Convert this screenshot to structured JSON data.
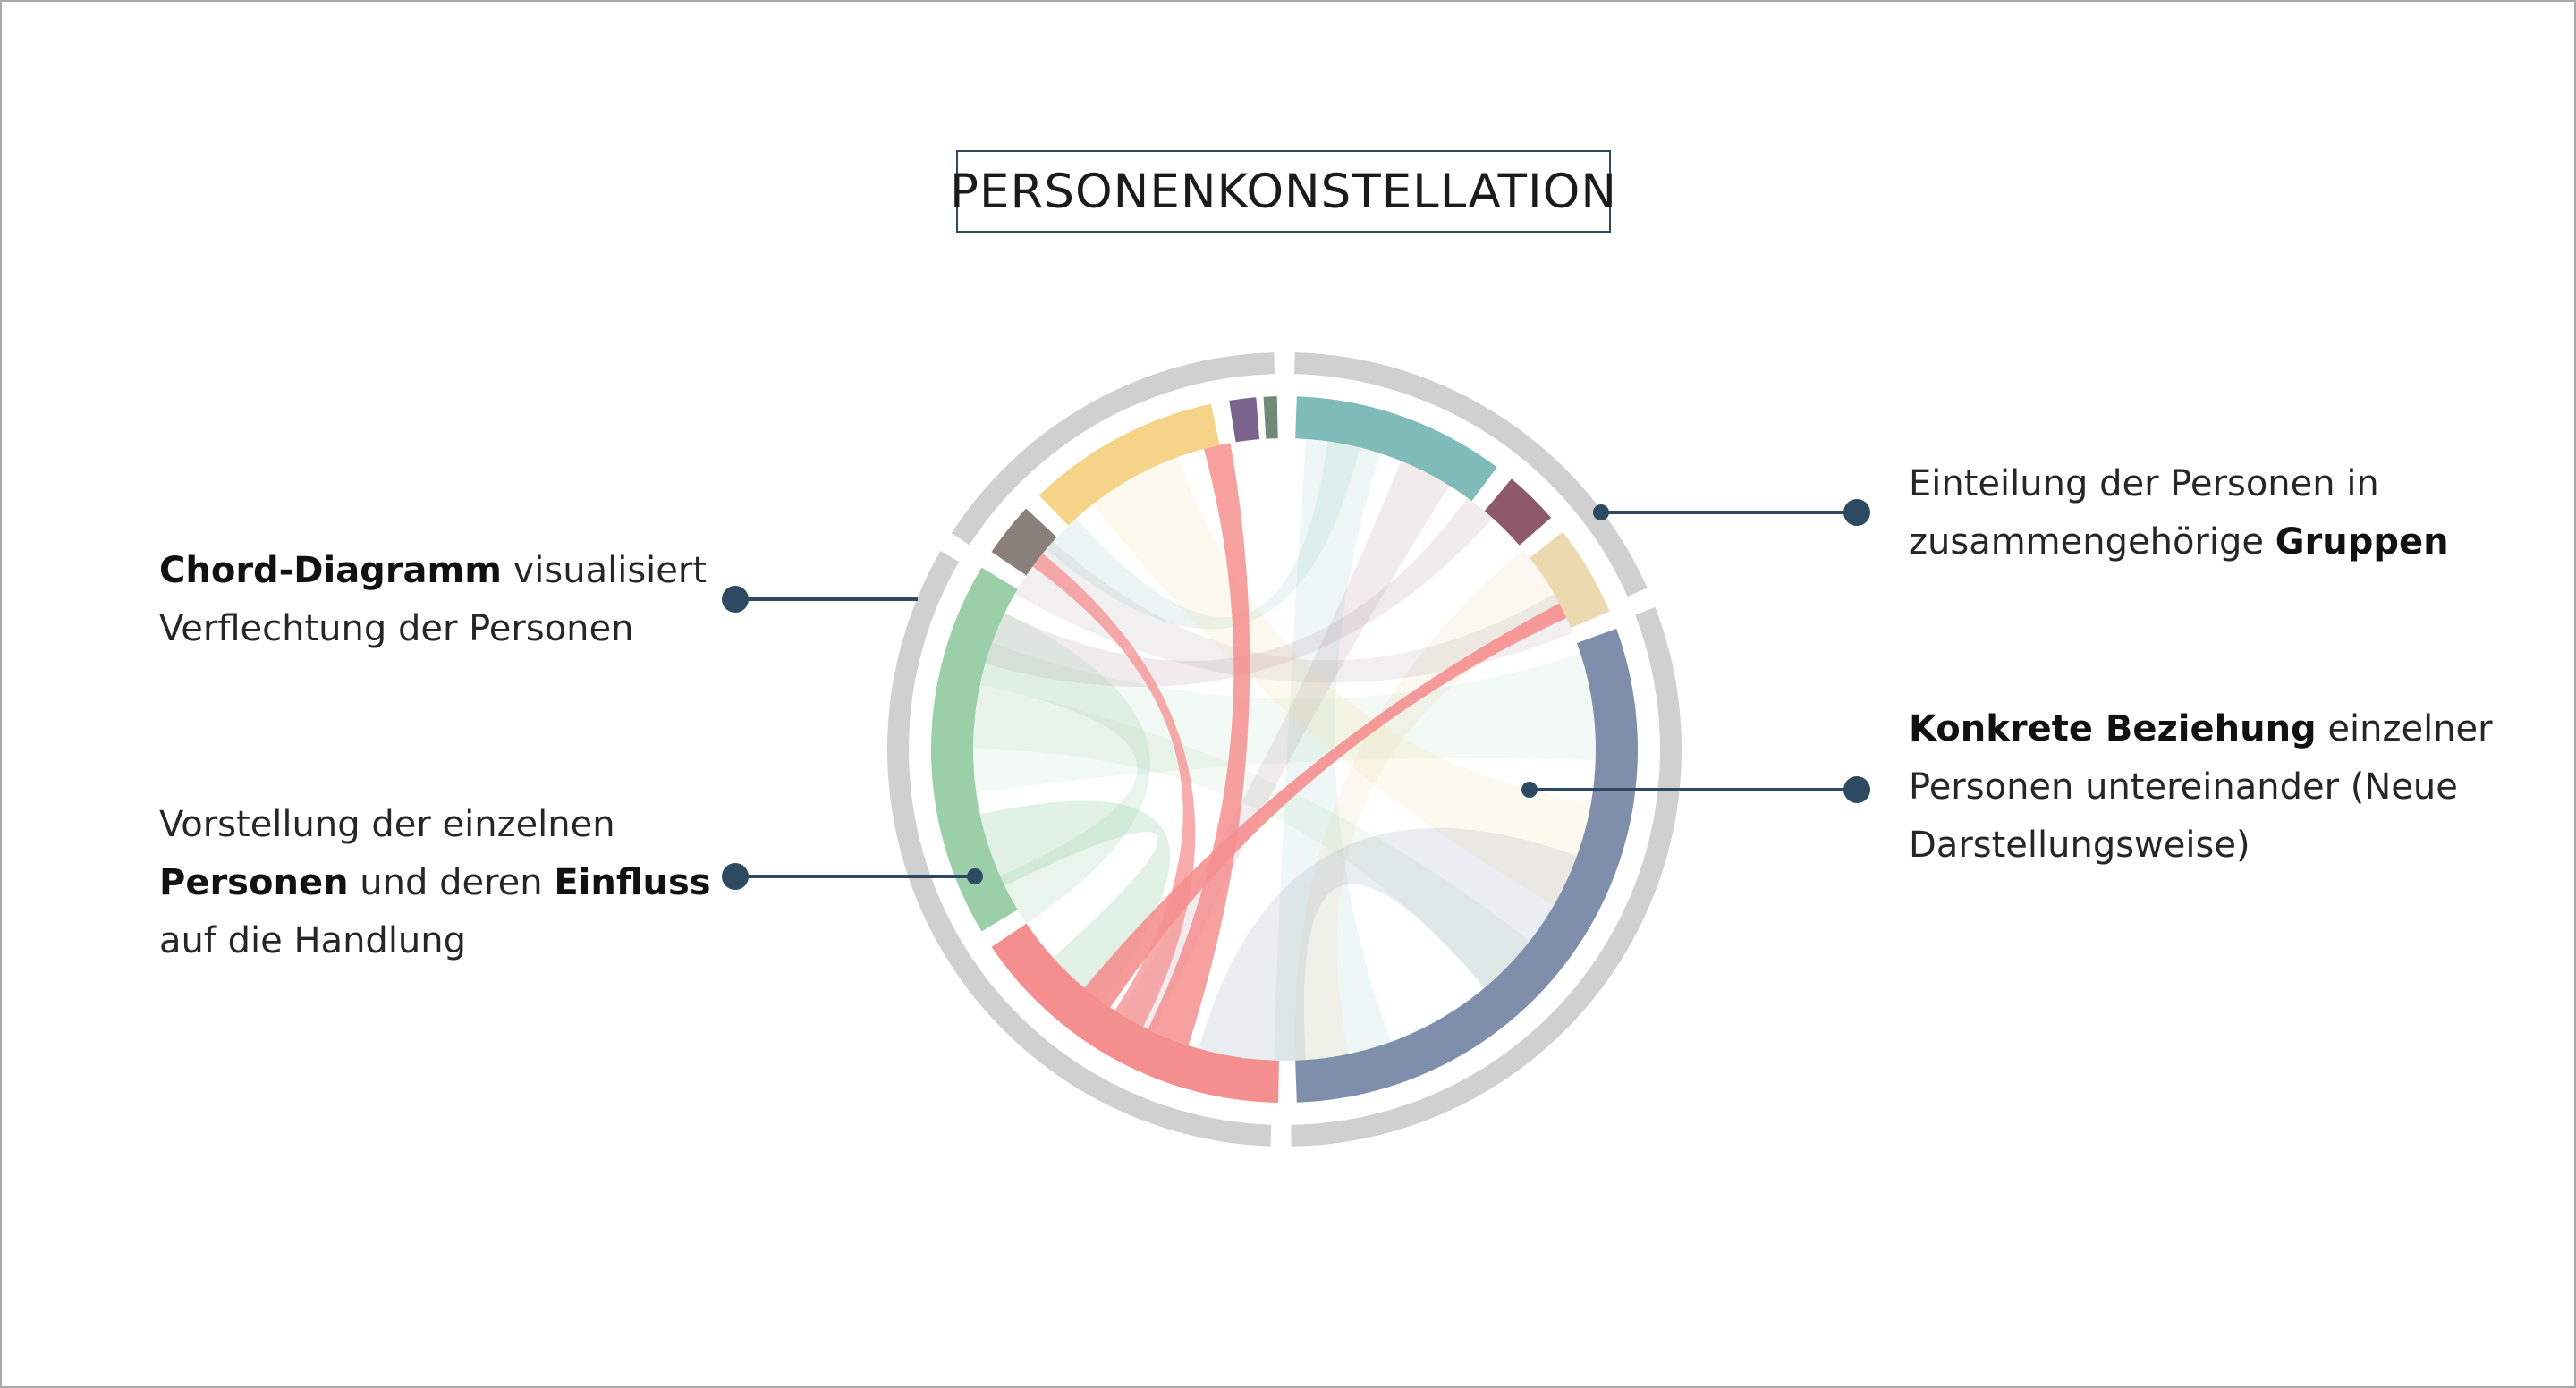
{
  "title": "PERSONENKONSTELLATION",
  "annotations": {
    "chord": {
      "bold": "Chord-Diagramm",
      "rest1": " visualisiert",
      "line2": "Verflechtung der Personen"
    },
    "persons": {
      "line1": "Vorstellung der einzelnen",
      "bold1": "Personen",
      "mid": " und deren ",
      "bold2": "Einfluss",
      "line3": "auf die Handlung"
    },
    "groups": {
      "line1": "Einteilung der Personen in",
      "pre2": "zusammengehörige ",
      "bold": "Gruppen"
    },
    "relations": {
      "bold": "Konkrete Beziehung",
      "rest1": " einzelner",
      "line2": "Personen untereinander (Neue",
      "line3": "Darstellungsweise)"
    }
  },
  "colors": {
    "title_border": "#2e4a63",
    "connector": "#2e4a63",
    "group_ring": "#d0d0d0",
    "persons": {
      "teal": "#7fbbb8",
      "plum": "#8e5a6a",
      "beige": "#ecd9b0",
      "slate": "#7f8fab",
      "coral": "#f58f8f",
      "green": "#9bcfa8",
      "taupe": "#8a7f7a",
      "yellow": "#f5d48a",
      "purple": "#7a648e",
      "darkgreen": "#6f8a77"
    }
  }
}
